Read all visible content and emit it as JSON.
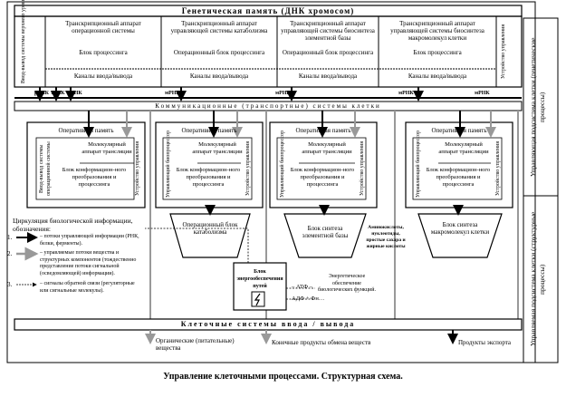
{
  "genetic_memory": "Генетическая память (ДНК хромосом)",
  "top_sections": [
    {
      "vertical": "Ввод-вывод системы верхнего уровня",
      "title": "Транскрипционный аппарат операционной системы",
      "proc": "Блок процессинга",
      "io": "Каналы ввода/вывода"
    },
    {
      "title": "Транскрипционный аппарат управляющей системы катаболизма",
      "proc": "Операционный блок процессинга",
      "io": "Каналы ввода/вывода"
    },
    {
      "title": "Транскрипционный аппарат управляющей системы биосинтеза элементной базы",
      "proc": "Операционный блок процессинга",
      "io": "Каналы ввода/вывода"
    },
    {
      "title": "Транскрипционный аппарат управляющей системы биосинтеза макромолекул клетки",
      "proc": "Блок процессинга",
      "io": "Каналы ввода/вывода",
      "vertical": "Устройство управления"
    }
  ],
  "rna_labels": [
    "рРНК",
    "тРНК",
    "мРНК",
    "мРНК",
    "мРНК",
    "мРНК",
    "мРНК"
  ],
  "comm_band": "Коммуникационные (транспортные) системы клетки",
  "cells": [
    {
      "memory": "Оперативная память",
      "apparatus": "Молекулярный аппарат трансляции",
      "block": "Блок конформацион-ного преобразования и процессинга",
      "left_vert": "Ввод-вывод системы операционной системы",
      "right_vert": "Устройство управления"
    },
    {
      "memory": "Оперативная память",
      "apparatus": "Молекулярный аппарат трансляции",
      "block": "Блок конформацион-ного преобразования и процессинга",
      "left_vert": "Управляющий биопроцессор",
      "right_vert": "Устройство управления"
    },
    {
      "memory": "Оперативная память",
      "apparatus": "Молекулярный аппарат трансляции",
      "block": "Блок конформацион-ного преобразования и процессинга",
      "left_vert": "Управляющий биопроцессор",
      "right_vert": "Устройство управления"
    },
    {
      "memory": "Оперативная память",
      "apparatus": "Молекулярный аппарат трансляции",
      "block": "Блок конформацион-ного преобразования и процессинга",
      "left_vert": "Управляющий биопроцессор",
      "right_vert": "Устройство управления"
    }
  ],
  "funnels": [
    "Операционный блок катаболизма",
    "Блок синтеза элементной базы",
    "Блок синтеза макромолекул клетки"
  ],
  "funnel_side_note": "Аминокислоты, нуклеотиды, простые сахара и жирные кислоты",
  "energy_block": "Блок энергообеспечения путей",
  "energy_note": "Энергетическое обеспечение биологических функций.",
  "atf": "– АТФ –",
  "adf": "АДФ + Фн…",
  "legend": {
    "title": "Циркуляция биологической информации, обозначения:",
    "items": [
      {
        "num": "1.",
        "text": "– потоки управляющей информации (РНК, белки, ферменты)."
      },
      {
        "num": "2.",
        "text": "– управляемые потоки вещества и структурных компонентов (тождественно представление потоки сигнальной (осведомляющей) информации)."
      },
      {
        "num": "3.",
        "text": "– сигналы обратной связи (регуляторные или сигнальные молекулы)."
      }
    ]
  },
  "io_band": "Клеточные системы ввода / вывода",
  "bottom_labels": [
    "Органические (питательные) вещества",
    "Конечные продукты обмена веществ",
    "Продукты экспорта"
  ],
  "right_sides": [
    "Управляющая подсистема клетки (генетические процессы)",
    "Управляемая подсистема клетки (структурные процессы)"
  ],
  "caption": "Управление клеточными процессами. Структурная схема."
}
